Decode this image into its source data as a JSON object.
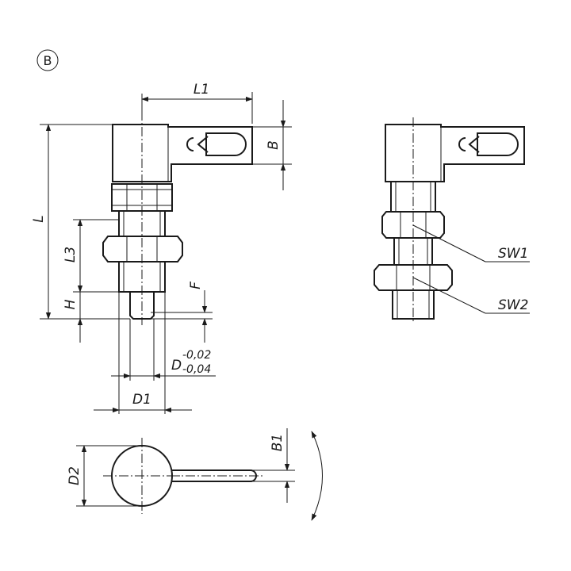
{
  "view_marker": "B",
  "labels": {
    "L1": "L1",
    "B": "B",
    "L": "L",
    "L3": "L3",
    "H": "H",
    "F": "F",
    "D": "D",
    "D_tol_upper": "-0,02",
    "D_tol_lower": "-0,04",
    "D1": "D1",
    "D2": "D2",
    "B1": "B1",
    "SW1": "SW1",
    "SW2": "SW2"
  }
}
